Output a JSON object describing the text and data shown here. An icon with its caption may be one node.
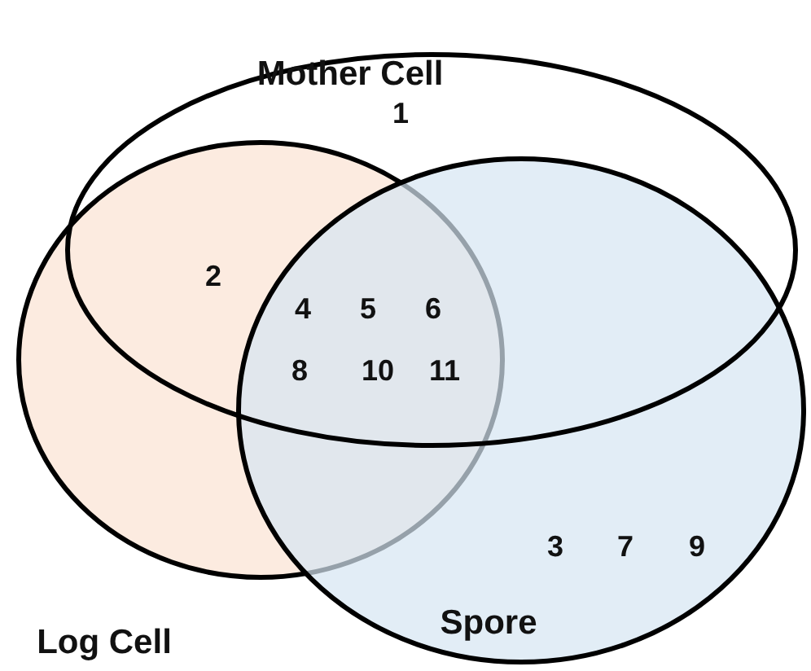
{
  "diagram": {
    "nodes": [
      {
        "text": [
          "Mother Cell"
        ]
      },
      {
        "text": [
          "Log Cell"
        ]
      },
      {
        "text": [
          "Spore"
        ]
      }
    ],
    "labels": [
      "1",
      "2",
      "4",
      "5",
      "6",
      "8",
      "10",
      "11",
      "3",
      "7",
      "9"
    ]
  }
}
